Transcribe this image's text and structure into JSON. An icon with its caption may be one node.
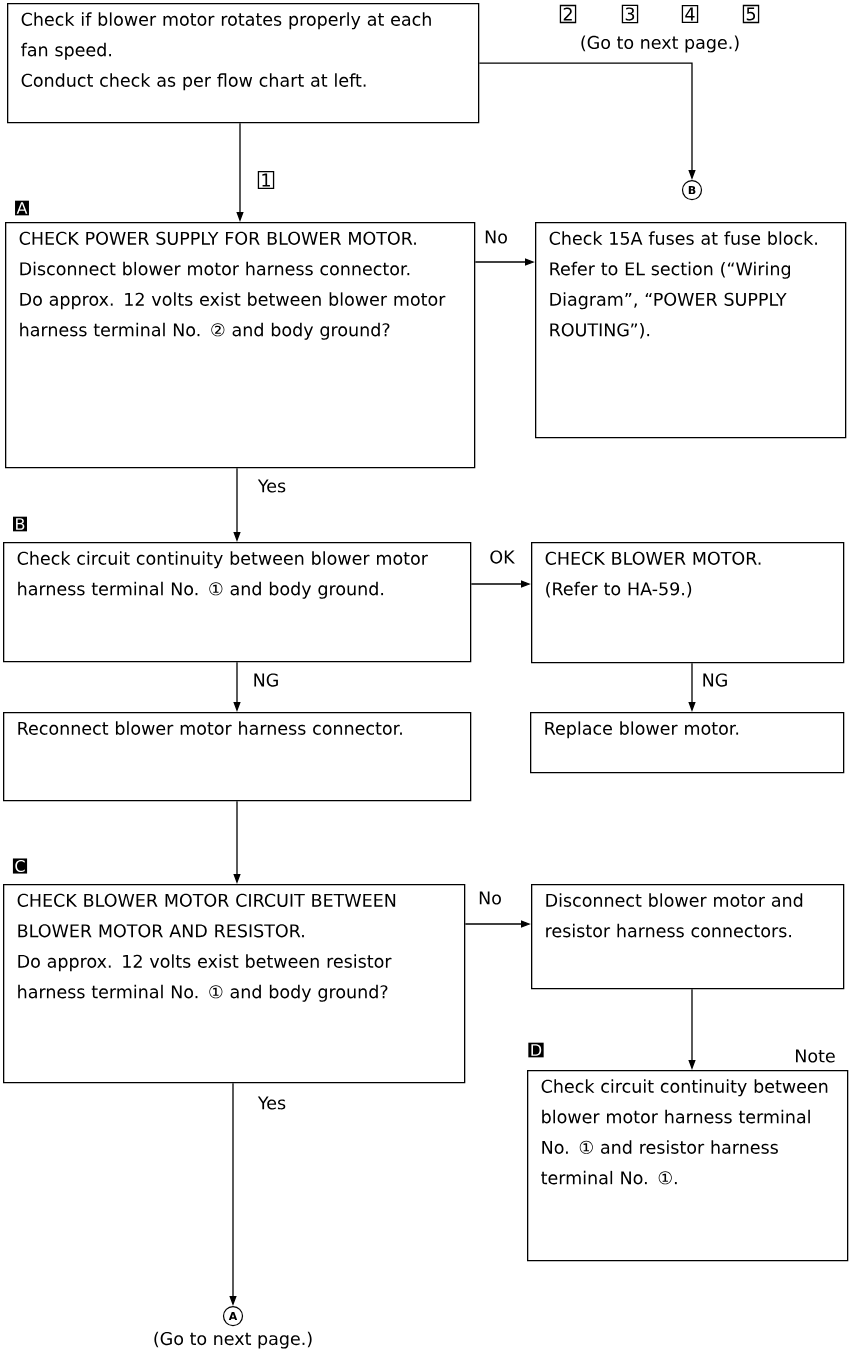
{
  "diagram": {
    "nodes": [
      {
        "text": [
          "Check if blower motor rotates properly at each fan speed.",
          "Conduct check as per flow chart at left."
        ]
      },
      {
        "text": [
          "A",
          "CHECK POWER SUPPLY FOR BLOWER MOTOR.",
          "Disconnect blower motor harness connector.",
          "Do approx. 12 volts exist between blower motor harness terminal No. ② and body ground?"
        ]
      },
      {
        "text": [
          "Check 15A fuses at fuse block.",
          "Refer to EL section (“Wiring Diagram”, “POWER SUPPLY ROUTING”)."
        ]
      },
      {
        "text": [
          "B",
          "Check circuit continuity between blower motor harness terminal No. ① and body ground."
        ]
      },
      {
        "text": [
          "CHECK BLOWER MOTOR.",
          "(Refer to HA-59.)"
        ]
      },
      {
        "text": [
          "Reconnect blower motor harness connector."
        ]
      },
      {
        "text": [
          "Replace blower motor."
        ]
      },
      {
        "text": [
          "C",
          "CHECK BLOWER MOTOR CIRCUIT BETWEEN BLOWER MOTOR AND RESISTOR.",
          "Do approx. 12 volts exist between resistor harness terminal No. ① and body ground?"
        ]
      },
      {
        "text": [
          "Disconnect blower motor and resistor harness connectors."
        ]
      },
      {
        "text": [
          "D",
          "Check circuit continuity between blower motor harness terminal No. ① and resistor harness terminal No. ①."
        ],
        "beside": [
          "Note"
        ]
      },
      {
        "text": [
          "B"
        ]
      },
      {
        "text": [
          "A",
          "(Go to next page.)"
        ]
      }
    ],
    "edges": [
      {
        "from": 0,
        "to": 1,
        "arrow": "to",
        "label": "1"
      },
      {
        "from": 0,
        "to": 10,
        "arrow": "to"
      },
      {
        "from": 1,
        "to": 2,
        "arrow": "to",
        "label": "No"
      },
      {
        "from": 1,
        "to": 3,
        "arrow": "to",
        "label": "Yes"
      },
      {
        "from": 3,
        "to": 4,
        "arrow": "to",
        "label": "OK"
      },
      {
        "from": 3,
        "to": 5,
        "arrow": "to",
        "label": "NG"
      },
      {
        "from": 4,
        "to": 6,
        "arrow": "to",
        "label": "NG"
      },
      {
        "from": 5,
        "to": 7,
        "arrow": "to"
      },
      {
        "from": 7,
        "to": 8,
        "arrow": "to",
        "label": "No"
      },
      {
        "from": 8,
        "to": 9,
        "arrow": "to"
      },
      {
        "from": 7,
        "to": 11,
        "arrow": "to",
        "label": "Yes"
      }
    ],
    "labels": [
      "2",
      "3",
      "4",
      "5",
      "(Go to next page.)"
    ]
  }
}
